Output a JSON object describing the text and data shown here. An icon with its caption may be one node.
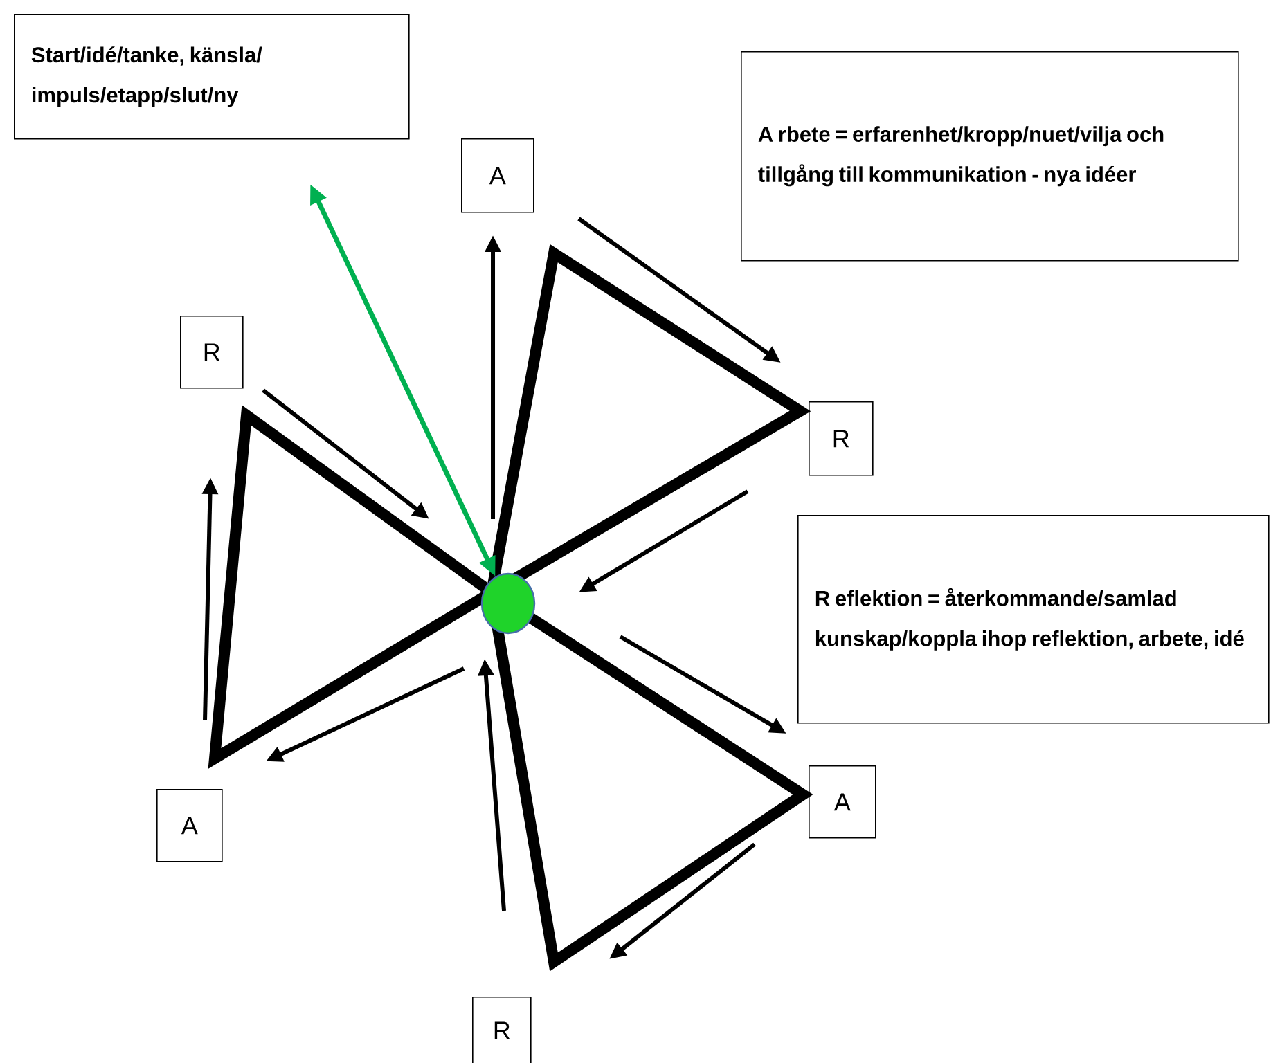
{
  "diagram": {
    "nodes": [
      {
        "text": [
          "Start/idé/tanke, känsla/ impuls/etapp/slut/ny"
        ]
      },
      {
        "text": [
          "A"
        ]
      },
      {
        "text": [
          "A rbete = erfarenhet/kropp/nuet/vilja och tillgång till kommunikation - nya idéer"
        ]
      },
      {
        "text": [
          "R"
        ]
      },
      {
        "text": [
          "R"
        ]
      },
      {
        "text": [
          "R eflektion = återkommande/samlad kunskap/koppla ihop reflektion, arbete, idé"
        ]
      },
      {
        "text": [],
        "shape": "circle"
      },
      {
        "text": [
          "A"
        ]
      },
      {
        "text": [
          "A"
        ]
      },
      {
        "text": [
          "R"
        ]
      }
    ],
    "edges": [
      {
        "from": null,
        "to": 6,
        "arrow": "both",
        "color": "#00b050"
      }
    ]
  }
}
